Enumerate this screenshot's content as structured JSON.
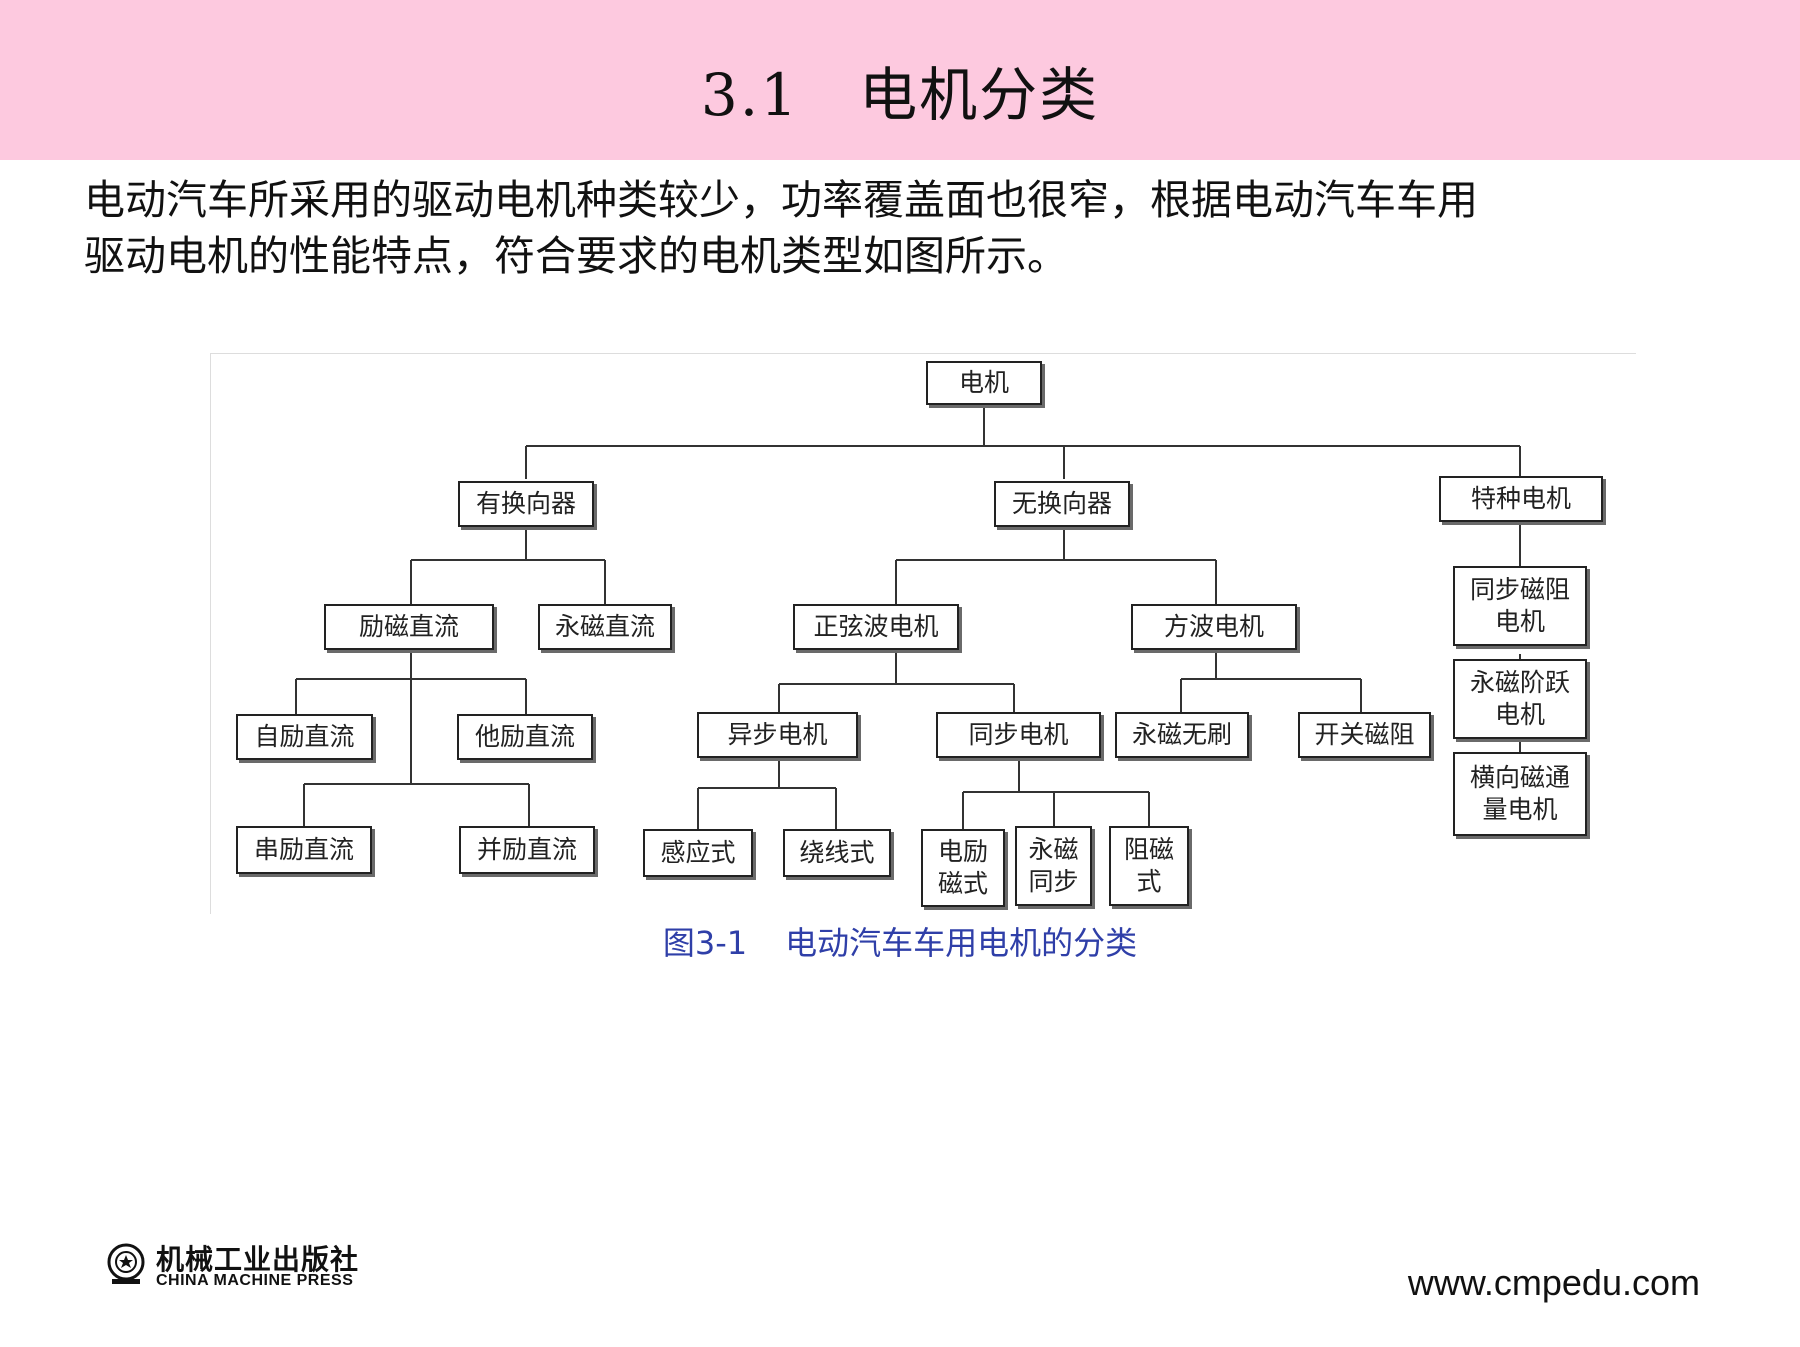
{
  "header": {
    "section_number": "3.1",
    "title": "电机分类"
  },
  "intro": {
    "line1": "电动汽车所采用的驱动电机种类较少，功率覆盖面也很窄，根据电动汽车车用",
    "line2": "驱动电机的性能特点，符合要求的电机类型如图所示。"
  },
  "diagram": {
    "root": "电机",
    "commutator": "有换向器",
    "brushless": "无换向器",
    "special": "特种电机",
    "excited_dc": "励磁直流",
    "pm_dc": "永磁直流",
    "sine_wave": "正弦波电机",
    "square_wave": "方波电机",
    "sync_reluctance": [
      "同步磁阻",
      "电机"
    ],
    "pm_stepper": [
      "永磁阶跃",
      "电机"
    ],
    "transverse_flux": [
      "横向磁通",
      "量电机"
    ],
    "self_excited": "自励直流",
    "separately_excited": "他励直流",
    "async_motor": "异步电机",
    "sync_motor": "同步电机",
    "pm_brushless": "永磁无刷",
    "switched_reluctance": "开关磁阻",
    "series_excited": "串励直流",
    "shunt_excited": "并励直流",
    "induction": "感应式",
    "wound_rotor": "绕线式",
    "electric_excited": [
      "电励",
      "磁式"
    ],
    "pm_sync": [
      "永磁",
      "同步"
    ],
    "reluctance": [
      "阻磁",
      "式"
    ]
  },
  "caption": {
    "figure_number": "图3-1",
    "text": "电动汽车车用电机的分类"
  },
  "publisher": {
    "name_cn": "机械工业出版社",
    "name_en": "CHINA MACHINE PRESS",
    "website": "www.cmpedu.com"
  },
  "colors": {
    "header_bg": "#fdc9df",
    "caption": "#2f3fa8"
  }
}
